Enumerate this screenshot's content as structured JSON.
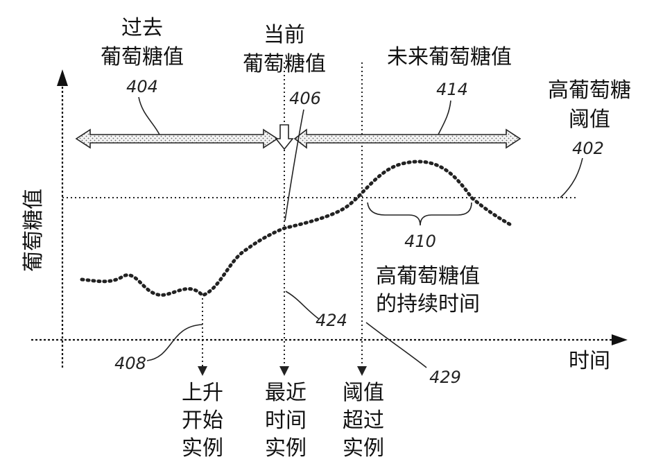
{
  "labels": {
    "past_line1": "过去",
    "past_line2": "葡萄糖值",
    "past_ref": "404",
    "current_line1": "当前",
    "current_line2": "葡萄糖值",
    "current_ref": "406",
    "future": "未来葡萄糖值",
    "future_ref": "414",
    "threshold_line1": "高葡萄糖",
    "threshold_line2": "阈值",
    "threshold_ref": "402",
    "duration_ref": "410",
    "duration_line1": "高葡萄糖值",
    "duration_line2": "的持续时间",
    "ref_424": "424",
    "ref_429": "429",
    "ref_408": "408",
    "y_axis": "葡萄糖值",
    "x_axis": "时间",
    "rise_line1": "上升",
    "rise_line2": "开始",
    "rise_line3": "实例",
    "recent_line1": "最近",
    "recent_line2": "时间",
    "recent_line3": "实例",
    "exceed_line1": "阈值",
    "exceed_line2": "超过",
    "exceed_line3": "实例"
  }
}
